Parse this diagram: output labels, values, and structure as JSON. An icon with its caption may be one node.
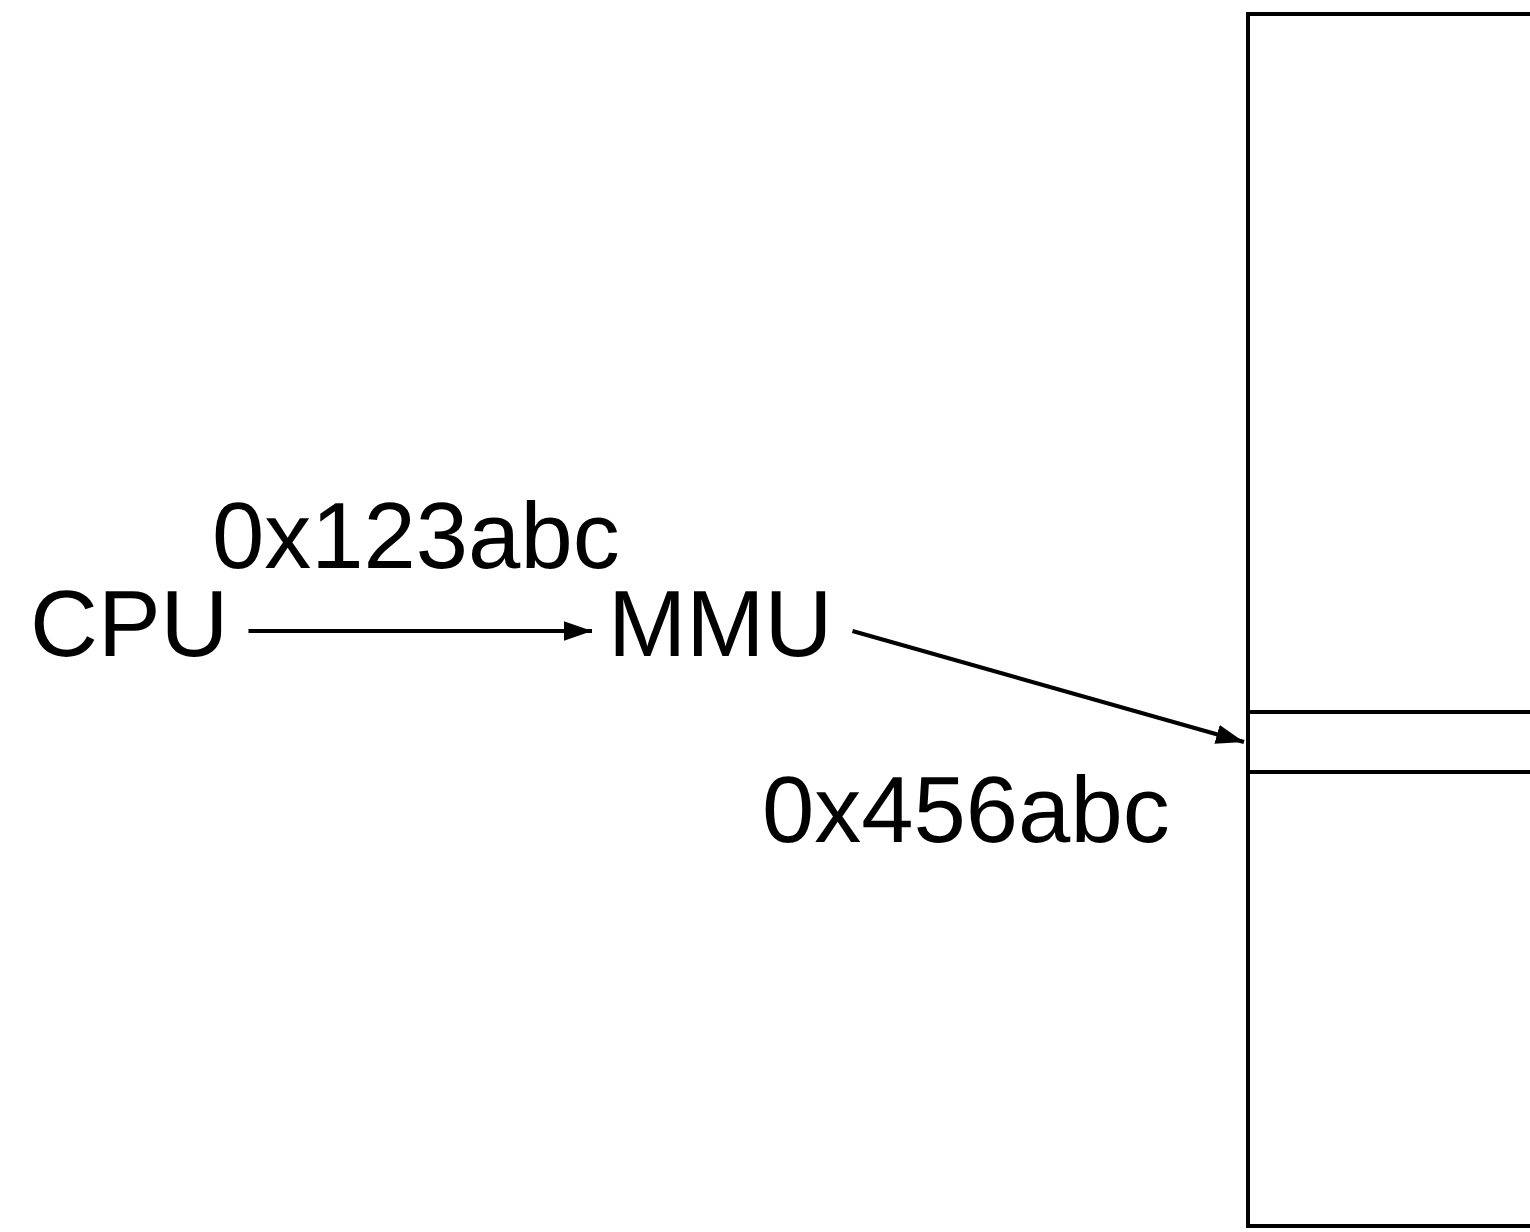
{
  "diagram": {
    "nodes": [
      {
        "text": [
          "CPU"
        ]
      },
      {
        "text": [
          "MMU"
        ]
      },
      {
        "text": [],
        "shape": "box"
      },
      {
        "text": [],
        "shape": "box",
        "in": 2
      }
    ],
    "edges": [
      {
        "from": 0,
        "to": 1,
        "arrow": "to",
        "label": "0x123abc"
      },
      {
        "from": 1,
        "to": 3,
        "arrow": "to"
      }
    ],
    "labels": [
      "0x456abc"
    ]
  }
}
